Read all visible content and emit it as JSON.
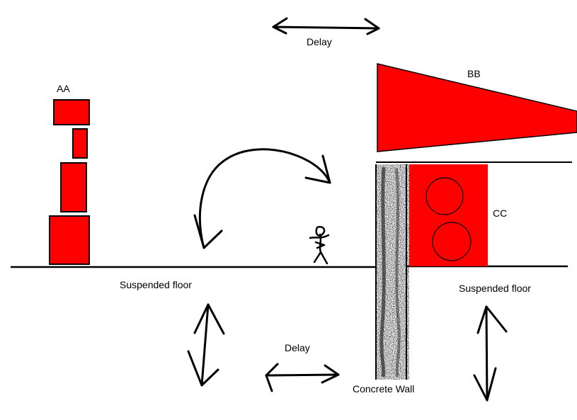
{
  "labels": {
    "delay_top": "Delay",
    "bb": "BB",
    "aa": "AA",
    "cc": "CC",
    "suspended_floor_left": "Suspended floor",
    "suspended_floor_right": "Suspended floor",
    "delay_bottom": "Delay",
    "concrete_wall": "Concrete Wall"
  },
  "colors": {
    "fill": "#ff0000",
    "ink": "#000000",
    "background": "#ffffff"
  },
  "icons": {
    "figure": "stick-figure-icon",
    "arrow_h": "double-arrow-horizontal-icon",
    "arrow_v": "double-arrow-vertical-icon",
    "arrow_curved": "curved-double-arrow-icon"
  }
}
